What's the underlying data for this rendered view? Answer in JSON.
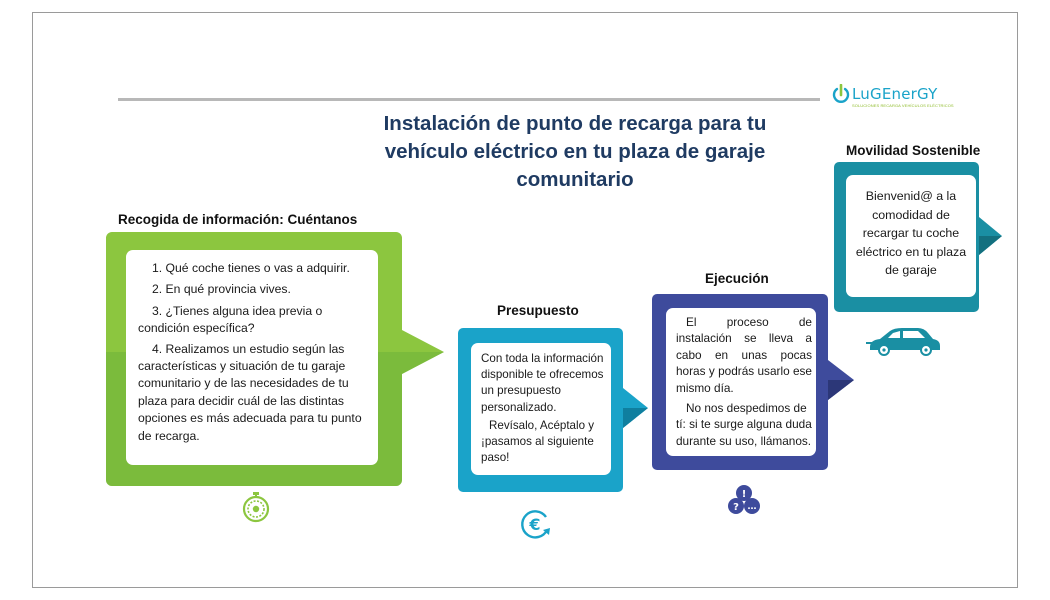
{
  "logo": {
    "name": "LuGEnerGY",
    "tagline": "SOLUCIONES RECARGA VEHÍCULOS ELÉCTRICOS"
  },
  "title": "Instalación de punto de recarga para tu vehículo eléctrico en tu plaza de garaje comunitario",
  "steps": {
    "recogida": {
      "label": "Recogida de información: Cuéntanos",
      "items": [
        "1. Qué coche tienes o vas a adquirir.",
        "2. En qué provincia vives.",
        "3. ¿Tienes alguna idea previa o condición específica?",
        "4. Realizamos un estudio según las características y situación de tu garaje comunitario y de las necesidades de tu plaza para decidir cuál de las distintas opciones es más adecuada para tu punto de recarga."
      ],
      "color": "#8cc63f",
      "icon": "stopwatch-icon"
    },
    "presupuesto": {
      "label": "Presupuesto",
      "text1": "Con toda la información disponible te ofrecemos un presupuesto personalizado.",
      "text2": "Revísalo, Acéptalo y ¡pasamos al siguiente paso!",
      "color": "#1aa3c9",
      "icon": "euro-cycle-icon"
    },
    "ejecucion": {
      "label": "Ejecución",
      "text1": "El proceso de instalación se lleva a cabo en unas pocas horas y podrás usarlo ese mismo día.",
      "text2": "No nos despedimos de tí: si te surge alguna duda durante su uso, llámanos.",
      "color": "#3e4b9c",
      "icon": "help-chat-icon"
    },
    "movilidad": {
      "label": "Movilidad Sostenible",
      "text": "Bienvenid@ a la comodidad de recargar tu coche eléctrico en tu plaza de garaje",
      "color": "#1a8fa3",
      "icon": "electric-car-icon"
    }
  }
}
